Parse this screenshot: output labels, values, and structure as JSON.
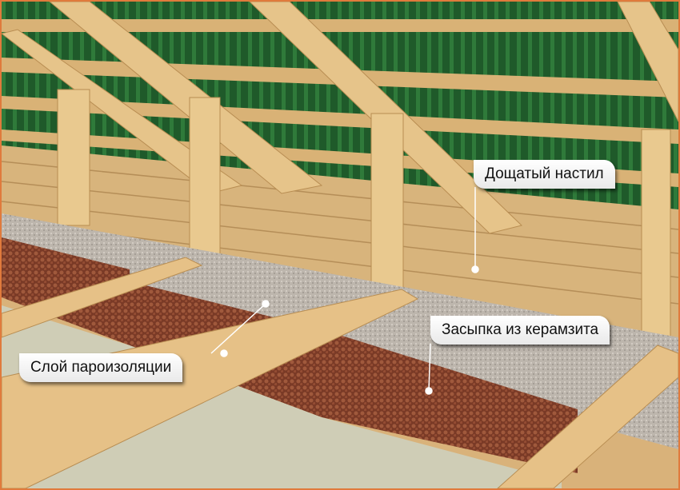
{
  "labels": {
    "plank_flooring": "Дощатый настил",
    "expanded_clay_fill": "Засыпка из керамзита",
    "vapor_barrier_layer": "Слой пароизоляции"
  },
  "colors": {
    "frame_border": "#e07a3c",
    "roof_green": "#1f5a2a",
    "wood": "#e2bf83",
    "expanded_clay": "#8a4630",
    "gravel": "#bdb6ad"
  }
}
